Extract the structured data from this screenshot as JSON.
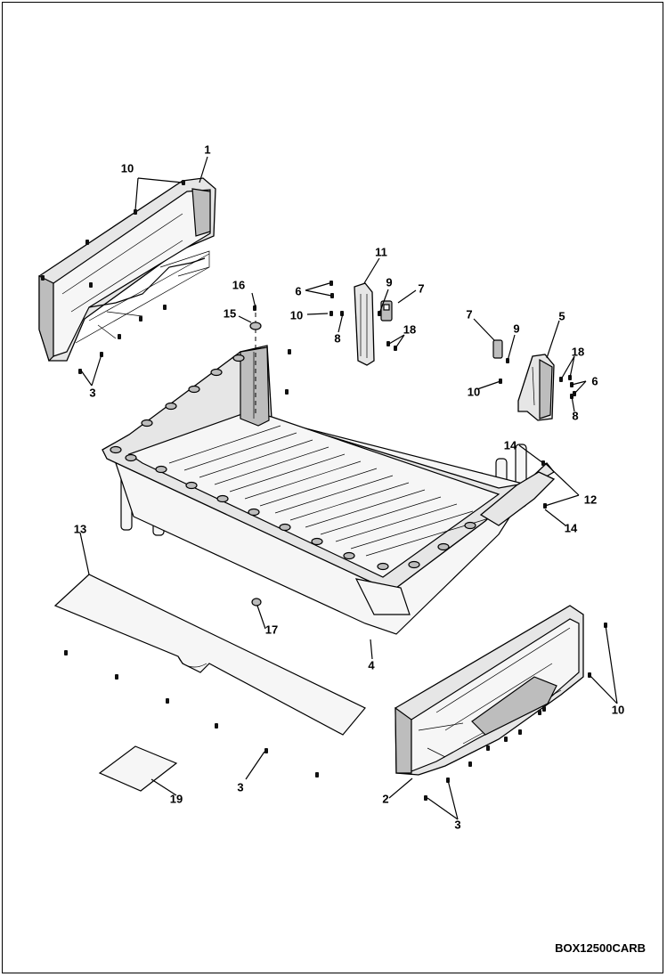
{
  "figure": {
    "code": "BOX12500CARB",
    "watermark": "",
    "callouts": [
      {
        "id": "c1",
        "text": "1"
      },
      {
        "id": "c10a",
        "text": "10"
      },
      {
        "id": "c3a",
        "text": "3"
      },
      {
        "id": "c16",
        "text": "16"
      },
      {
        "id": "c15",
        "text": "15"
      },
      {
        "id": "c6a",
        "text": "6"
      },
      {
        "id": "c10b",
        "text": "10"
      },
      {
        "id": "c8a",
        "text": "8"
      },
      {
        "id": "c11",
        "text": "11"
      },
      {
        "id": "c9a",
        "text": "9"
      },
      {
        "id": "c7a",
        "text": "7"
      },
      {
        "id": "c18a",
        "text": "18"
      },
      {
        "id": "c7b",
        "text": "7"
      },
      {
        "id": "c9b",
        "text": "9"
      },
      {
        "id": "c5",
        "text": "5"
      },
      {
        "id": "c18b",
        "text": "18"
      },
      {
        "id": "c6b",
        "text": "6"
      },
      {
        "id": "c10c",
        "text": "10"
      },
      {
        "id": "c8b",
        "text": "8"
      },
      {
        "id": "c14a",
        "text": "14"
      },
      {
        "id": "c12",
        "text": "12"
      },
      {
        "id": "c14b",
        "text": "14"
      },
      {
        "id": "c13",
        "text": "13"
      },
      {
        "id": "c17",
        "text": "17"
      },
      {
        "id": "c4",
        "text": "4"
      },
      {
        "id": "c10d",
        "text": "10"
      },
      {
        "id": "c3b",
        "text": "3"
      },
      {
        "id": "c2",
        "text": "2"
      },
      {
        "id": "c3c",
        "text": "3"
      },
      {
        "id": "c19",
        "text": "19"
      }
    ]
  }
}
